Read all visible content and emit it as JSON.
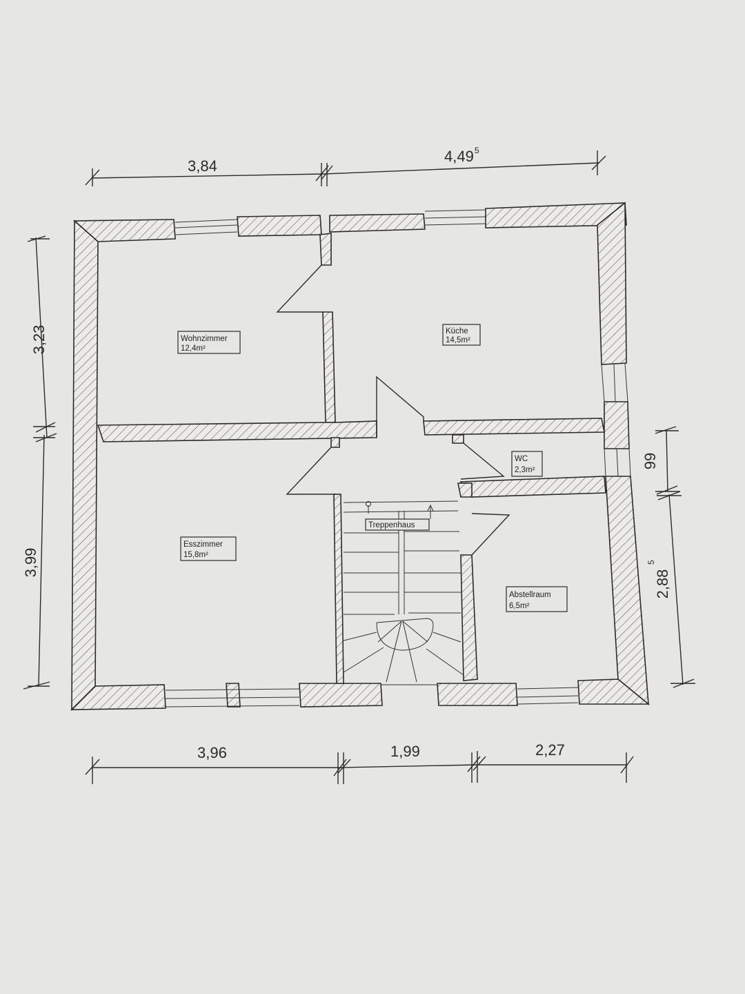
{
  "dimensions": {
    "top_left": "3,84",
    "top_right_main": "4,49",
    "top_right_sup": "5",
    "left_upper": "3,23",
    "left_lower": "3,99",
    "right_small": "99",
    "right_lower_main": "2,88",
    "right_lower_sup": "5",
    "bottom_left": "3,96",
    "bottom_mid": "1,99",
    "bottom_right": "2,27"
  },
  "rooms": {
    "wohnzimmer": {
      "name": "Wohnzimmer",
      "area": "12,4m²"
    },
    "kueche": {
      "name": "Küche",
      "area": "14,5m²"
    },
    "wc": {
      "name": "WC",
      "area": "2,3m²"
    },
    "esszimmer": {
      "name": "Esszimmer",
      "area": "15,8m²"
    },
    "abstellraum": {
      "name": "Abstellraum",
      "area": "6,5m²"
    },
    "treppenhaus": {
      "name": "Treppenhaus"
    }
  }
}
